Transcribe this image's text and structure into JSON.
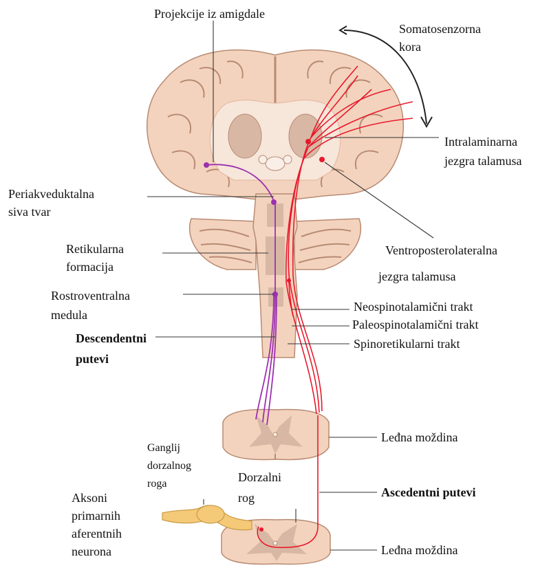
{
  "colors": {
    "tissue": "#f3d3bd",
    "tissue_dark": "#e2b59c",
    "outline": "#b88a72",
    "gray_matter": "#d8b8a4",
    "ascending_path": "#e8192c",
    "descending_path": "#9b30b0",
    "ganglion": "#f4c978",
    "leader_line": "#333333"
  },
  "labels": {
    "amygdala": "Projekcije iz amigdale",
    "somatosensory_line1": "Somatosenzorna",
    "somatosensory_line2": "kora",
    "intralaminar_line1": "Intralaminarna",
    "intralaminar_line2": "jezgra talamusa",
    "pag_line1": "Periakveduktalna",
    "pag_line2": "siva tvar",
    "reticular_line1": "Retikularna",
    "reticular_line2": "formacija",
    "vpl_line1": "Ventroposterolateralna",
    "vpl_line2": "jezgra talamusa",
    "rvm_line1": "Rostroventralna",
    "rvm_line2": "medula",
    "neospinothalamic": "Neospinotalamični trakt",
    "paleospinothalamic": "Paleospinotalamični trakt",
    "spinoreticular": "Spinoretikularni trakt",
    "descending_line1": "Descendentni",
    "descending_line2": "putevi",
    "spinal_cord_upper": "Leđna moždina",
    "ganglion_line1": "Ganglij",
    "ganglion_line2": "dorzalnog",
    "ganglion_line3": "roga",
    "dorsal_horn_line1": "Dorzalni",
    "dorsal_horn_line2": "rog",
    "ascending": "Ascedentni putevi",
    "afferent_line1": "Aksoni",
    "afferent_line2": "primarnih",
    "afferent_line3": "aferentnih",
    "afferent_line4": "neurona",
    "spinal_cord_lower": "Leđna moždina"
  }
}
